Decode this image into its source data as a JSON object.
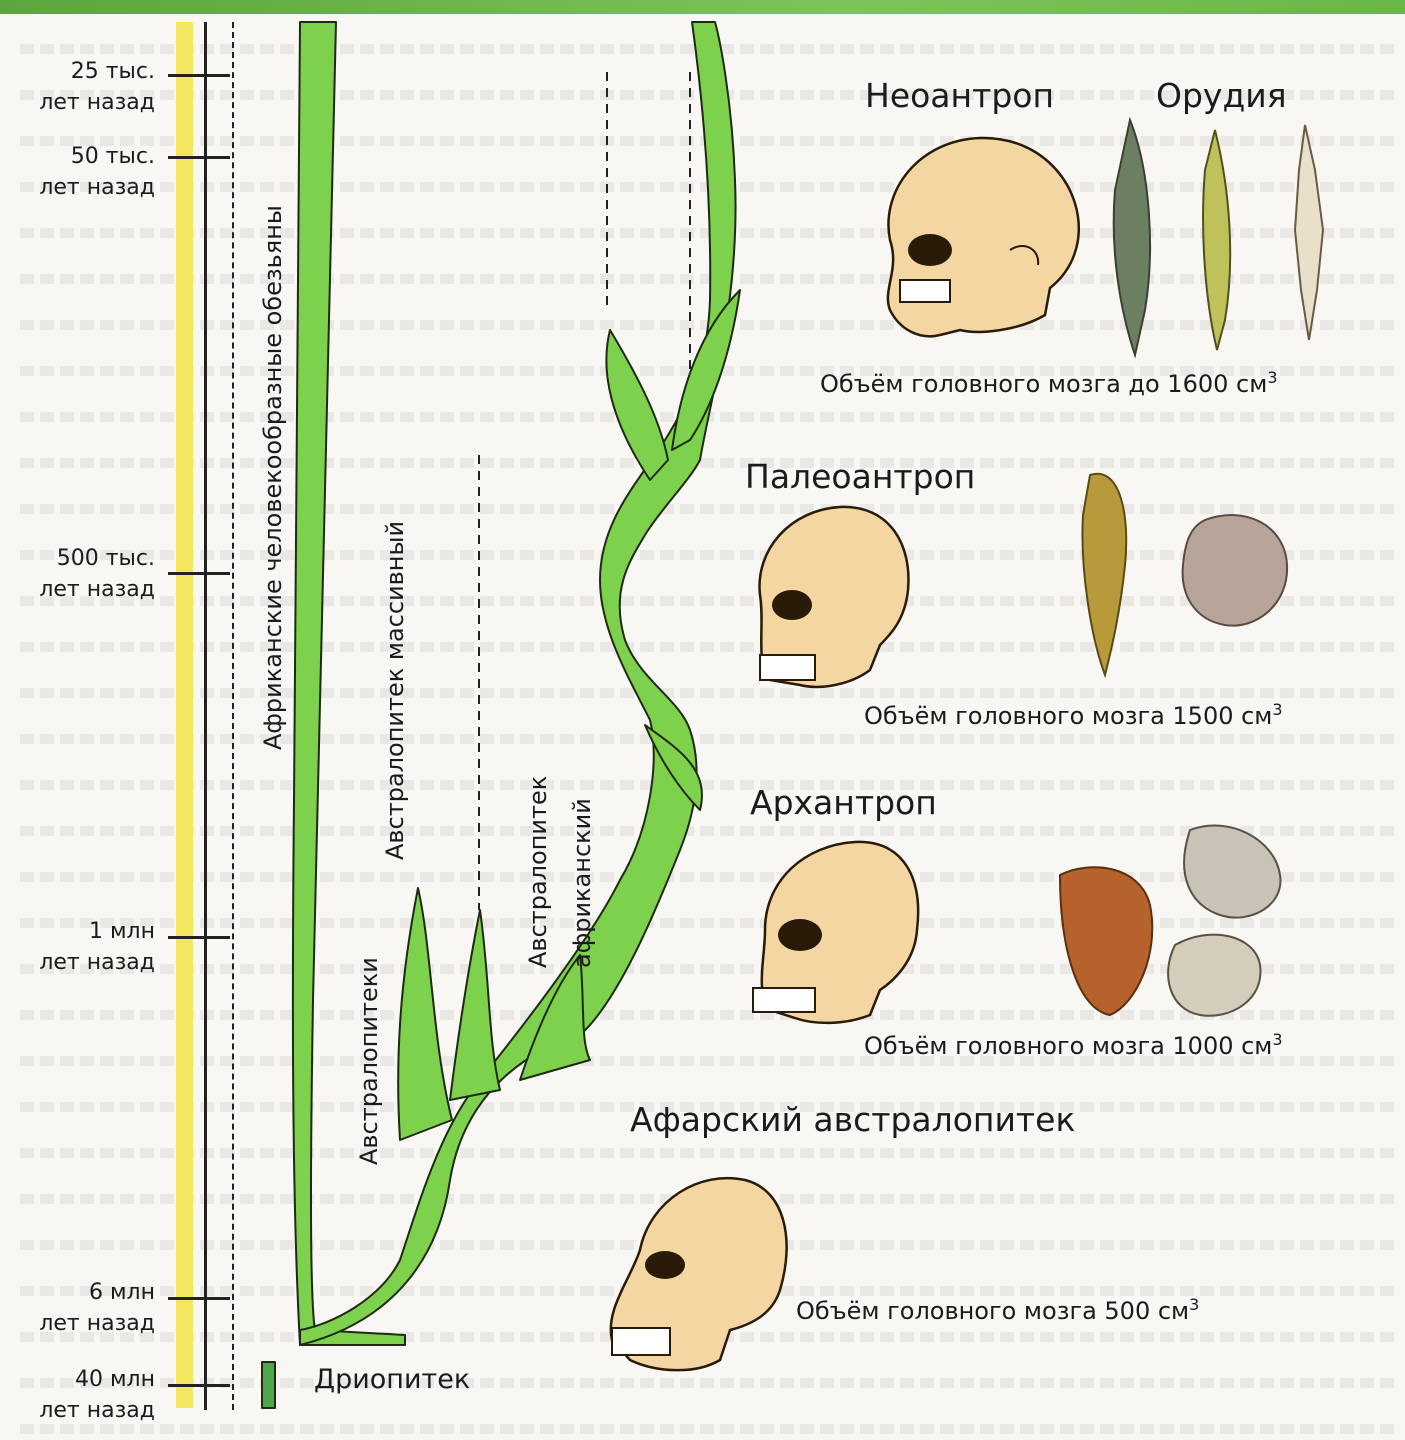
{
  "timeline": {
    "labels": [
      {
        "line1": "25 тыс.",
        "line2": "лет назад"
      },
      {
        "line1": "50 тыс.",
        "line2": "лет назад"
      },
      {
        "line1": "500 тыс.",
        "line2": "лет назад"
      },
      {
        "line1": "1 млн",
        "line2": "лет назад"
      },
      {
        "line1": "6 млн",
        "line2": "лет назад"
      },
      {
        "line1": "40 млн",
        "line2": "лет назад"
      }
    ]
  },
  "branches": {
    "apes": "Африканские человекообразные обезьяны",
    "australopithecines": "Австралопитеки",
    "robust": "Австралопитек массивный",
    "africanus_1": "Австралопитек",
    "africanus_2": "африканский",
    "dryopithecus": "Дриопитек"
  },
  "species": {
    "neoanthropus": "Неоантроп",
    "tools": "Орудия",
    "paleoanthropus": "Палеоантроп",
    "archanthropus": "Архантроп",
    "afarensis": "Афарский австралопитек"
  },
  "brain_volumes": {
    "neo": {
      "text": "Объём головного мозга до 1600  см",
      "sup": "3"
    },
    "paleo": {
      "text": "Объём головного мозга 1500  см",
      "sup": "3"
    },
    "arch": {
      "text": "Объём головного мозга 1000  см",
      "sup": "3"
    },
    "afar": {
      "text": "Объём головного мозга 500  см",
      "sup": "3"
    }
  },
  "colors": {
    "branch_fill": "#7ed14c",
    "branch_stroke": "#1e2a12",
    "timeline_bar": "#f3e760",
    "skull": "#f3d6a2",
    "topbar": "#6bb84c"
  }
}
